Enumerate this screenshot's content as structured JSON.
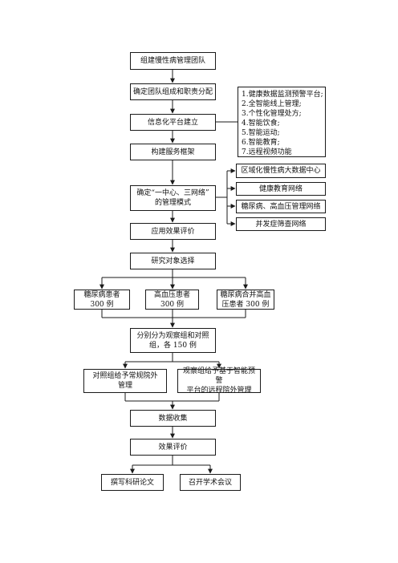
{
  "nodes": {
    "build_team": "组建慢性病管理团队",
    "team_roles": "确定团队组成和职责分配",
    "info_platform": "信息化平台建立",
    "service_framework": "构建服务框架",
    "management_mode": "确定“一中心、三网络”\n的管理模式",
    "effect_eval_1": "应用效果评价",
    "subject_select": "研究对象选择",
    "group_diabetes": "糖尿病患者\n300 例",
    "group_hypertension": "高血压患者\n300 例",
    "group_combined": "糖尿病合并高血\n压患者 300 例",
    "grouping": "分别分为观察组和对照\n组，各 150 例",
    "control_group": "对照组给予常规院外\n管理",
    "observation_group": "观察组给予基于智能预警\n平台的远程院外管理",
    "data_collection": "数据收集",
    "effect_eval_2": "效果评价",
    "write_paper": "撰写科研论文",
    "conference": "召开学术会议"
  },
  "platform_features": [
    "1.健康数据监测预警平台;",
    "2.全智能线上管理;",
    "3.个性化管理处方;",
    "4.智能饮食;",
    "5.智能运动;",
    "6.智能教育;",
    "7.远程视频功能"
  ],
  "networks": {
    "center": "区域化慢性病大数据中心",
    "education": "健康教育网络",
    "dm_htn": "糖尿病、高血压管理网络",
    "complication": "并发症筛查网络"
  }
}
